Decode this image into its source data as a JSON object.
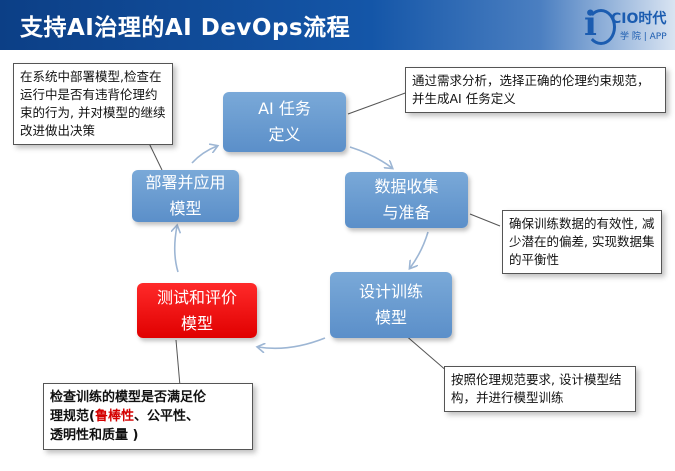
{
  "header": {
    "title": "支持AI治理的AI DevOps流程",
    "logo_name": "CIO时代",
    "logo_sub": "学 院 | APP"
  },
  "nodes": {
    "ai_task": [
      "AI 任务",
      "定义"
    ],
    "data_collection": [
      "数据收集",
      "与准备"
    ],
    "design_training": [
      "设计训练",
      "模型"
    ],
    "test_evaluate": [
      "测试和评价",
      "模型"
    ],
    "deploy_apply": [
      "部署并应用",
      "模型"
    ]
  },
  "callouts": {
    "deploy": "在系统中部署模型,检查在运行中是否有违背伦理约束的行为, 并对模型的继续改进做出决策",
    "requirement": "通过需求分析，选择正确的伦理约束规范，并生成AI 任务定义",
    "data": "确保训练数据的有效性, 减少潜在的偏差, 实现数据集的平衡性",
    "design": "按照伦理规范要求, 设计模型结构，并进行模型训练",
    "test": {
      "line1": "检查训练的模型是否满足伦",
      "line2_prefix": "理规范(",
      "line2_highlight": "鲁棒性",
      "line2_suffix": "、公平性、",
      "line3": "透明性和质量 )"
    }
  },
  "colors": {
    "header_dark": "#0c3f86",
    "node_blue": "#6b9bd0",
    "node_red": "#ff0000",
    "arrow": "#9db6d4",
    "highlight_red": "#d40000"
  }
}
